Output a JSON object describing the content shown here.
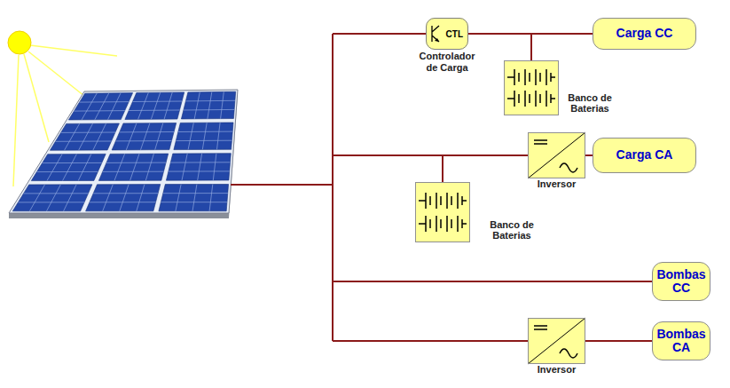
{
  "diagram": {
    "nodes": [
      {
        "text": [
          "CTL",
          "Controlador de Carga"
        ]
      },
      {
        "text": [
          "Carga CC"
        ]
      },
      {
        "text": [
          "Banco de Baterias"
        ]
      },
      {
        "text": [
          "Inversor"
        ]
      },
      {
        "text": [
          "Carga CA"
        ]
      },
      {
        "text": [
          "Banco de Baterias"
        ]
      },
      {
        "text": [
          "Bombas CC"
        ]
      },
      {
        "text": [
          "Inversor"
        ]
      },
      {
        "text": [
          "Bombas CA"
        ]
      }
    ],
    "edges": [
      {
        "from": 0,
        "to": 1,
        "arrow": "none"
      },
      {
        "from": 0,
        "to": 2,
        "arrow": "none"
      },
      {
        "from": 3,
        "to": 5,
        "arrow": "none"
      },
      {
        "from": 3,
        "to": 4,
        "arrow": "none"
      },
      {
        "from": 7,
        "to": 8,
        "arrow": "none"
      }
    ]
  }
}
